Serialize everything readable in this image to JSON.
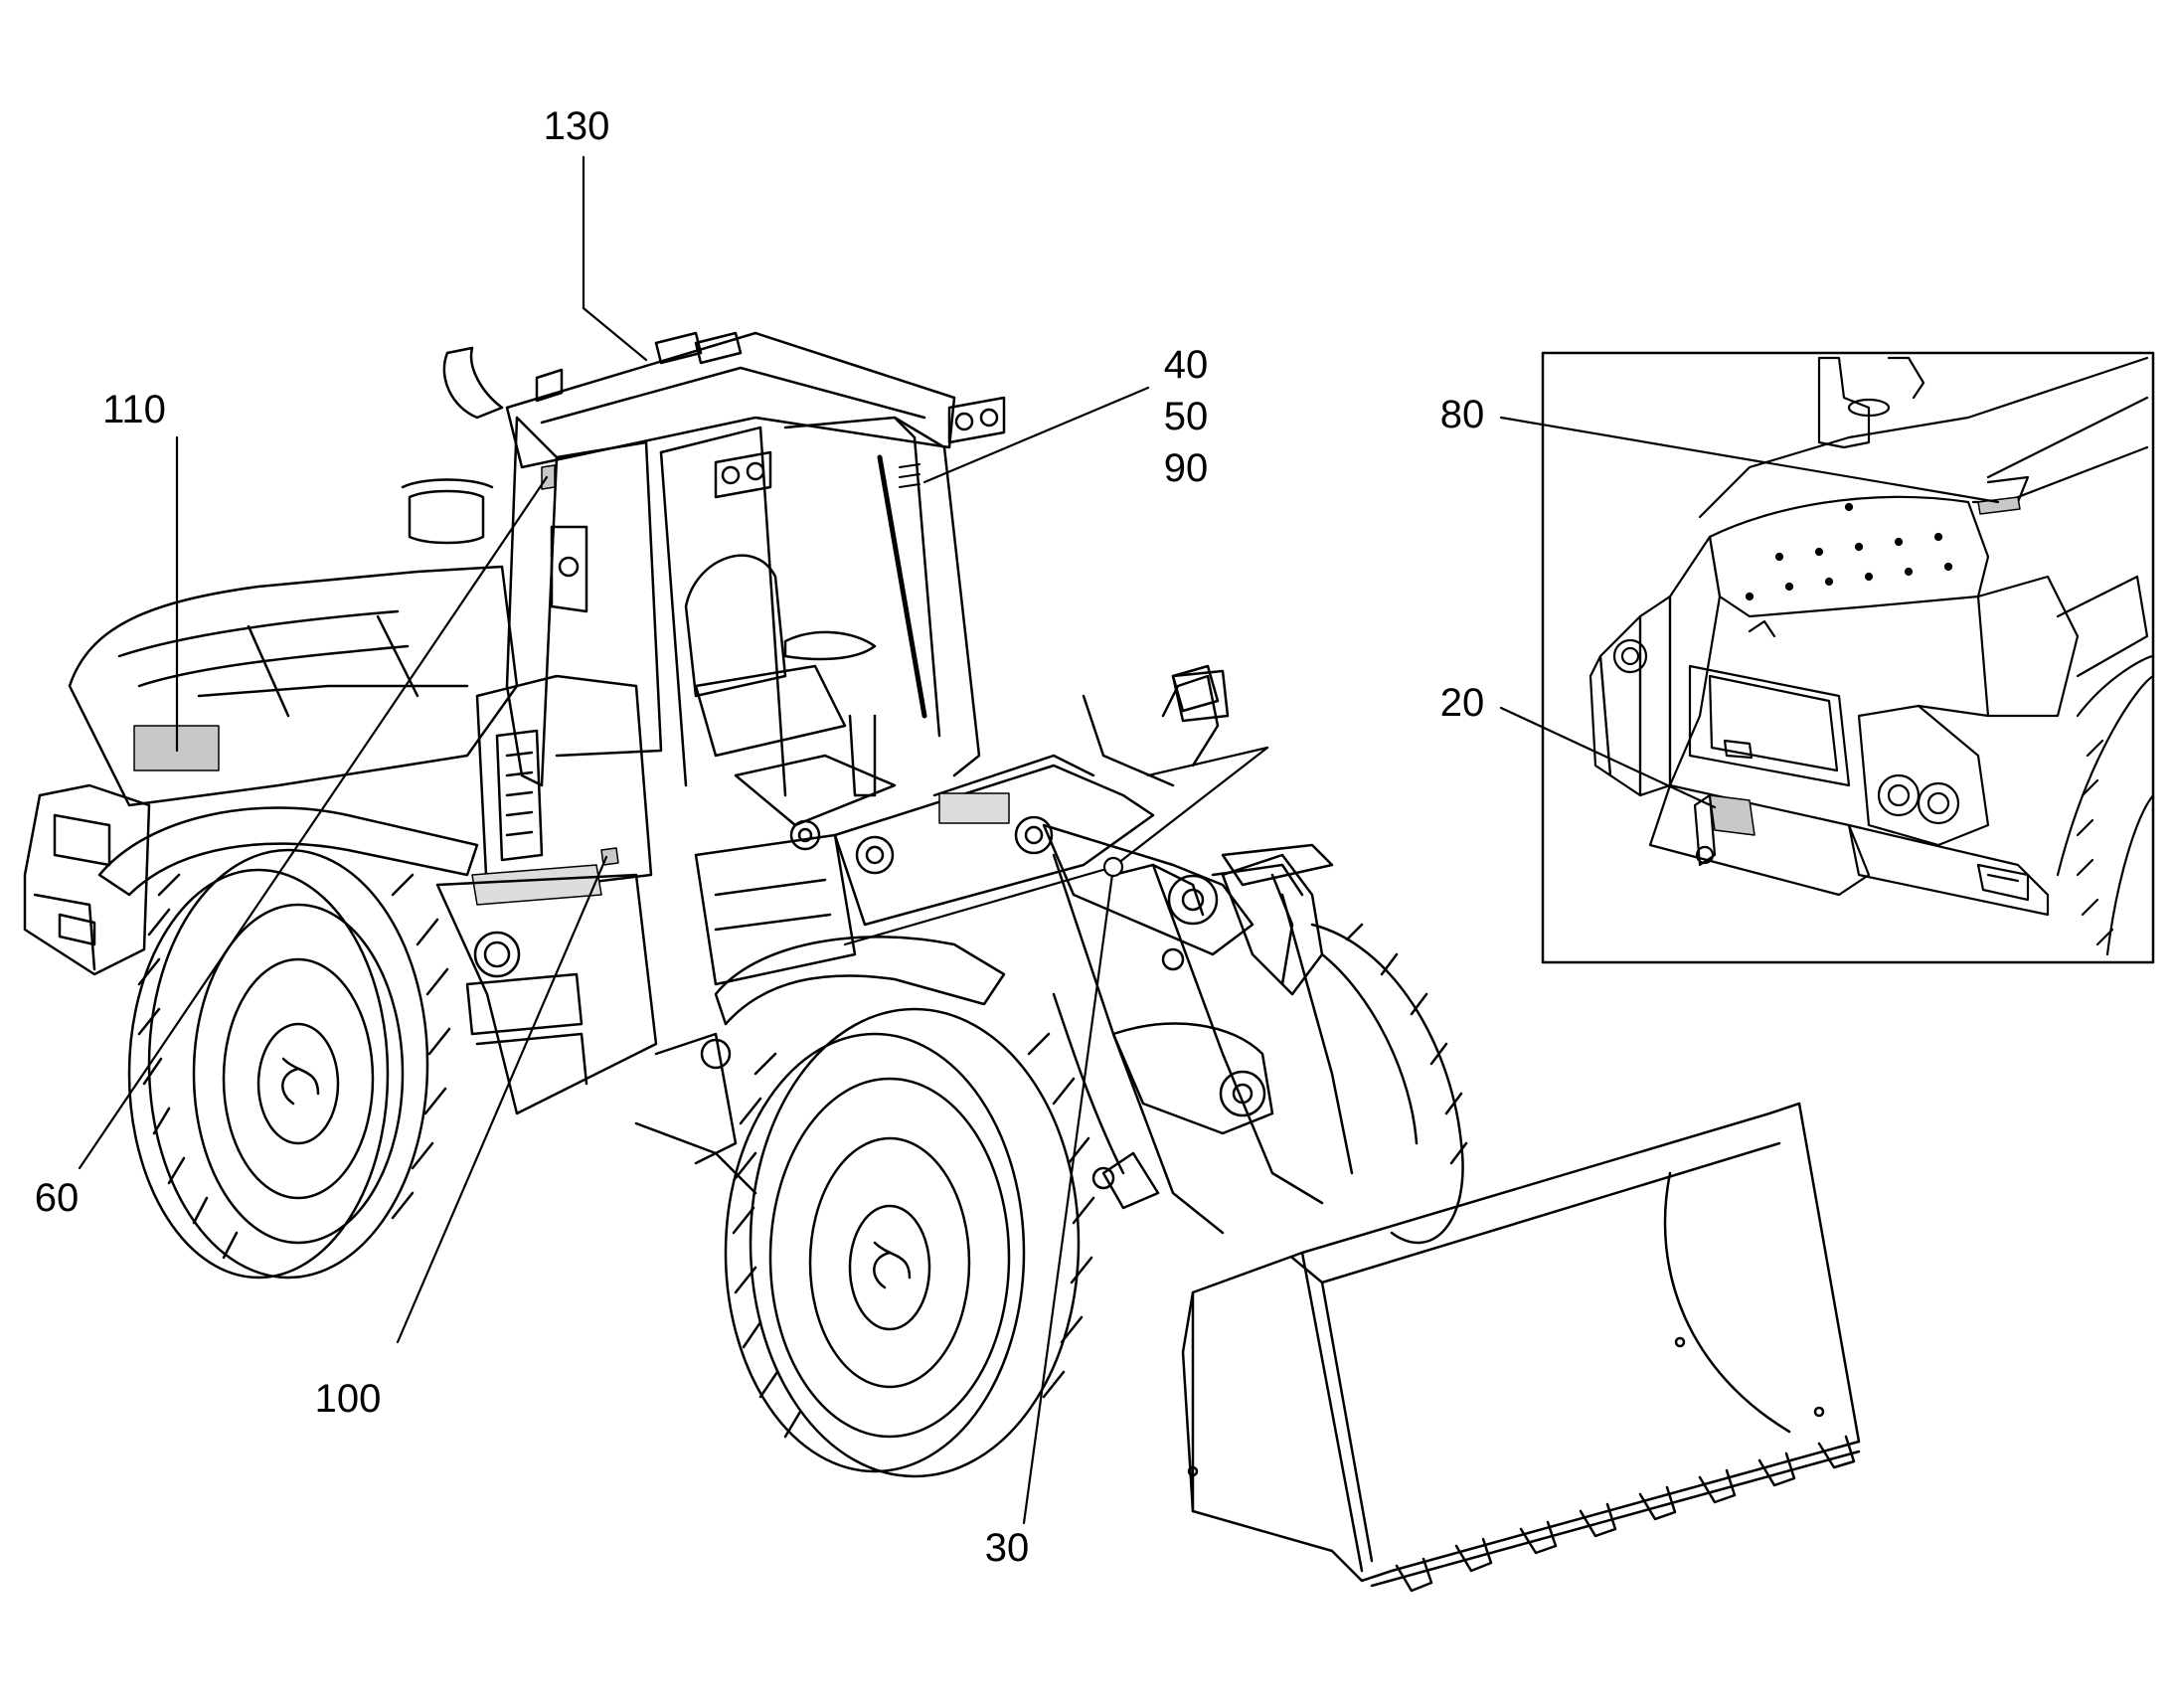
{
  "callouts": [
    {
      "id": "c130",
      "label": "130"
    },
    {
      "id": "c110",
      "label": "110"
    },
    {
      "id": "c40",
      "label": "40"
    },
    {
      "id": "c50",
      "label": "50"
    },
    {
      "id": "c90",
      "label": "90"
    },
    {
      "id": "c80",
      "label": "80"
    },
    {
      "id": "c20",
      "label": "20"
    },
    {
      "id": "c60",
      "label": "60"
    },
    {
      "id": "c100",
      "label": "100"
    },
    {
      "id": "c30",
      "label": "30"
    }
  ],
  "colors": {
    "line": "#000000",
    "decal": "#c8c8c8",
    "background": "#ffffff"
  }
}
